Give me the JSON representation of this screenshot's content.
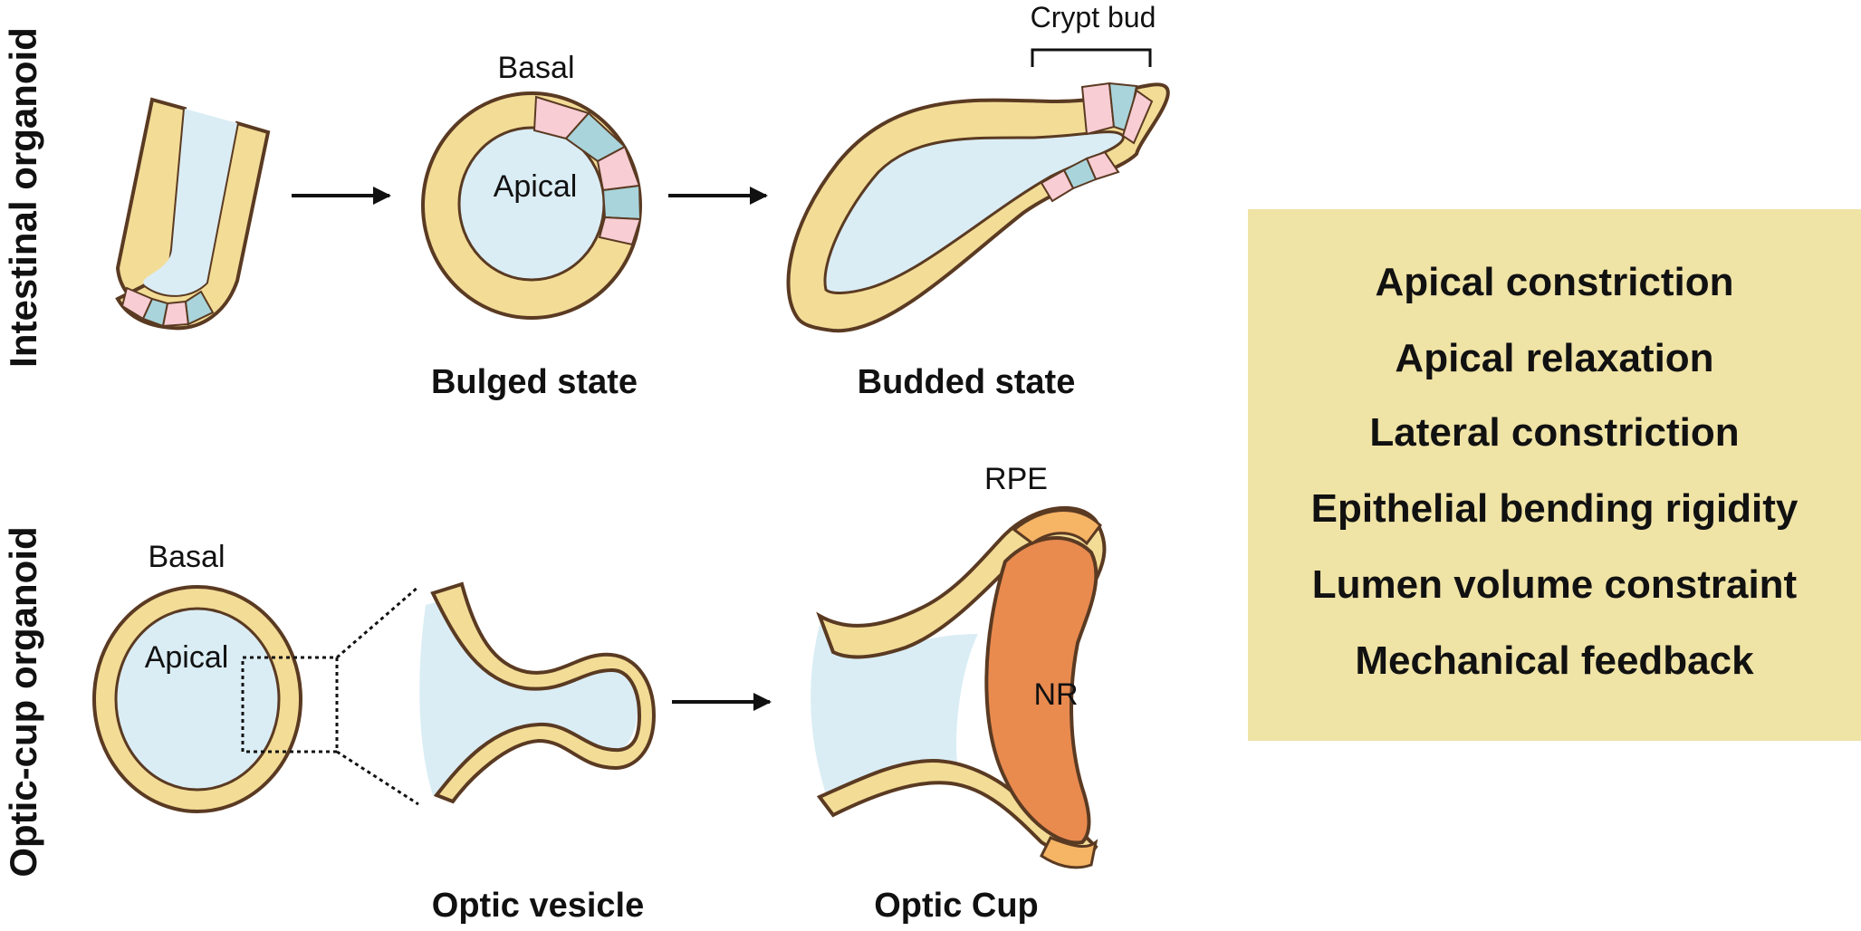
{
  "rows": {
    "top_label": "Intestinal organoid",
    "bottom_label": "Optic-cup organoid"
  },
  "top": {
    "bulged_state": "Bulged state",
    "budded_state": "Budded state",
    "basal": "Basal",
    "apical": "Apical",
    "crypt_bud": "Crypt bud"
  },
  "bottom": {
    "basal": "Basal",
    "apical": "Apical",
    "optic_vesicle": "Optic vesicle",
    "optic_cup": "Optic Cup",
    "rpe": "RPE",
    "nr": "NR"
  },
  "factors": [
    "Apical constriction",
    "Apical relaxation",
    "Lateral constriction",
    "Epithelial bending rigidity",
    "Lumen volume constraint",
    "Mechanical feedback"
  ],
  "colors": {
    "cell_yellow": "#f3dc96",
    "cell_pink": "#f8cdd4",
    "cell_teal": "#a9d4db",
    "lumen_blue": "#daedf5",
    "outline_brown": "#5a3a22",
    "nr_orange": "#e98a4f",
    "rpe_light_orange": "#f6b465",
    "panel_yellow": "#efe3a6"
  }
}
